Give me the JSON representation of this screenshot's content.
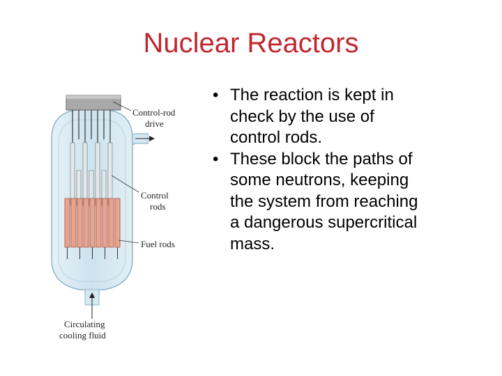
{
  "slide": {
    "title": "Nuclear Reactors"
  },
  "diagram": {
    "labels": {
      "control_rod_drive": [
        "Control-rod",
        "drive"
      ],
      "control_rods": [
        "Control",
        "rods"
      ],
      "fuel_rods": "Fuel rods",
      "cooling_fluid": [
        "Circulating",
        "cooling fluid"
      ]
    },
    "colors": {
      "vessel_fill": "#cfe4ef",
      "vessel_outline": "#8fb6c8",
      "fuel_rod": "#e9a48f",
      "drive_block": "#a9a9a9",
      "control_rod": "#d7dde0"
    }
  },
  "bullets": [
    {
      "symbol": "•",
      "lines": [
        "The reaction is kept in",
        "check by the use of",
        "control rods."
      ]
    },
    {
      "symbol": "•",
      "lines": [
        "These block the paths of",
        "some neutrons, keeping",
        "the system from reaching",
        "a dangerous supercritical",
        "mass."
      ]
    }
  ]
}
